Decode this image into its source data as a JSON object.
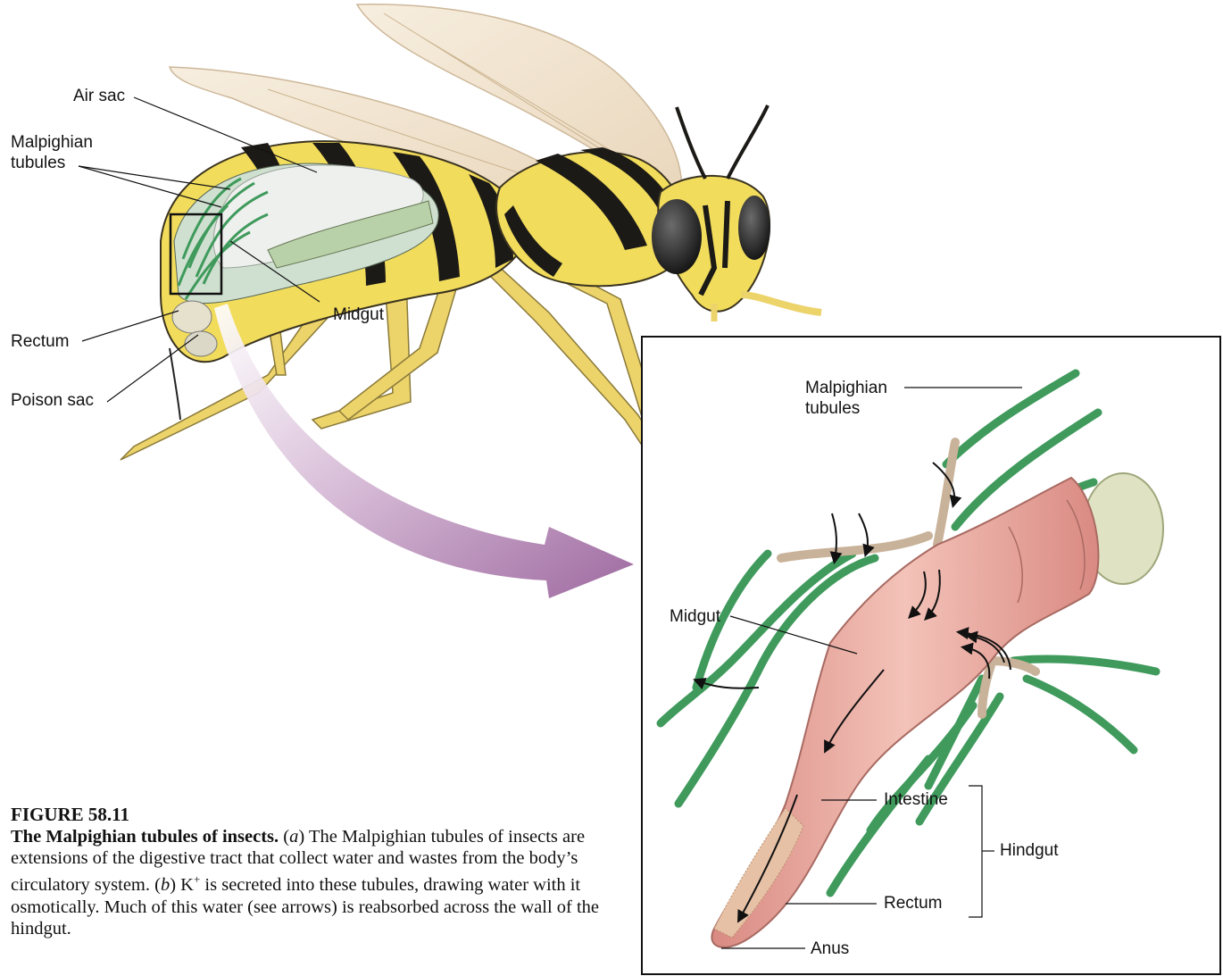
{
  "figure": {
    "number": "FIGURE 58.11",
    "title": "The Malpighian tubules of insects.",
    "caption_parts": [
      {
        "text": " (",
        "italic": false
      },
      {
        "text": "a",
        "italic": true
      },
      {
        "text": ") The Malpighian tubules of insects are extensions of the digestive tract that collect water and wastes from the body’s circulatory system. (",
        "italic": false
      },
      {
        "text": "b",
        "italic": true
      },
      {
        "text": ") K",
        "italic": false
      },
      {
        "text": "+",
        "sup": true
      },
      {
        "text": " is secreted into these tubules, drawing water with it osmotically. Much of this water (see arrows) is reabsorbed across the wall of the hindgut.",
        "italic": false
      }
    ]
  },
  "panel_a": {
    "labels": {
      "air_sac": "Air sac",
      "malpighian_line1": "Malpighian",
      "malpighian_line2": "tubules",
      "midgut": "Midgut",
      "rectum": "Rectum",
      "poison_sac": "Poison sac"
    }
  },
  "panel_b": {
    "labels": {
      "malpighian_line1": "Malpighian",
      "malpighian_line2": "tubules",
      "midgut": "Midgut",
      "intestine": "Intestine",
      "hindgut": "Hindgut",
      "rectum": "Rectum",
      "anus": "Anus"
    }
  },
  "colors": {
    "wasp_yellow": "#f2dc5c",
    "wasp_black": "#1c1a16",
    "tubule_green": "#3f9a5c",
    "gut_pink": "#e8a39a",
    "wing": "#f1e3cf",
    "air_sac": "#eef0ee",
    "arrow_purple": "#a66fa8"
  }
}
